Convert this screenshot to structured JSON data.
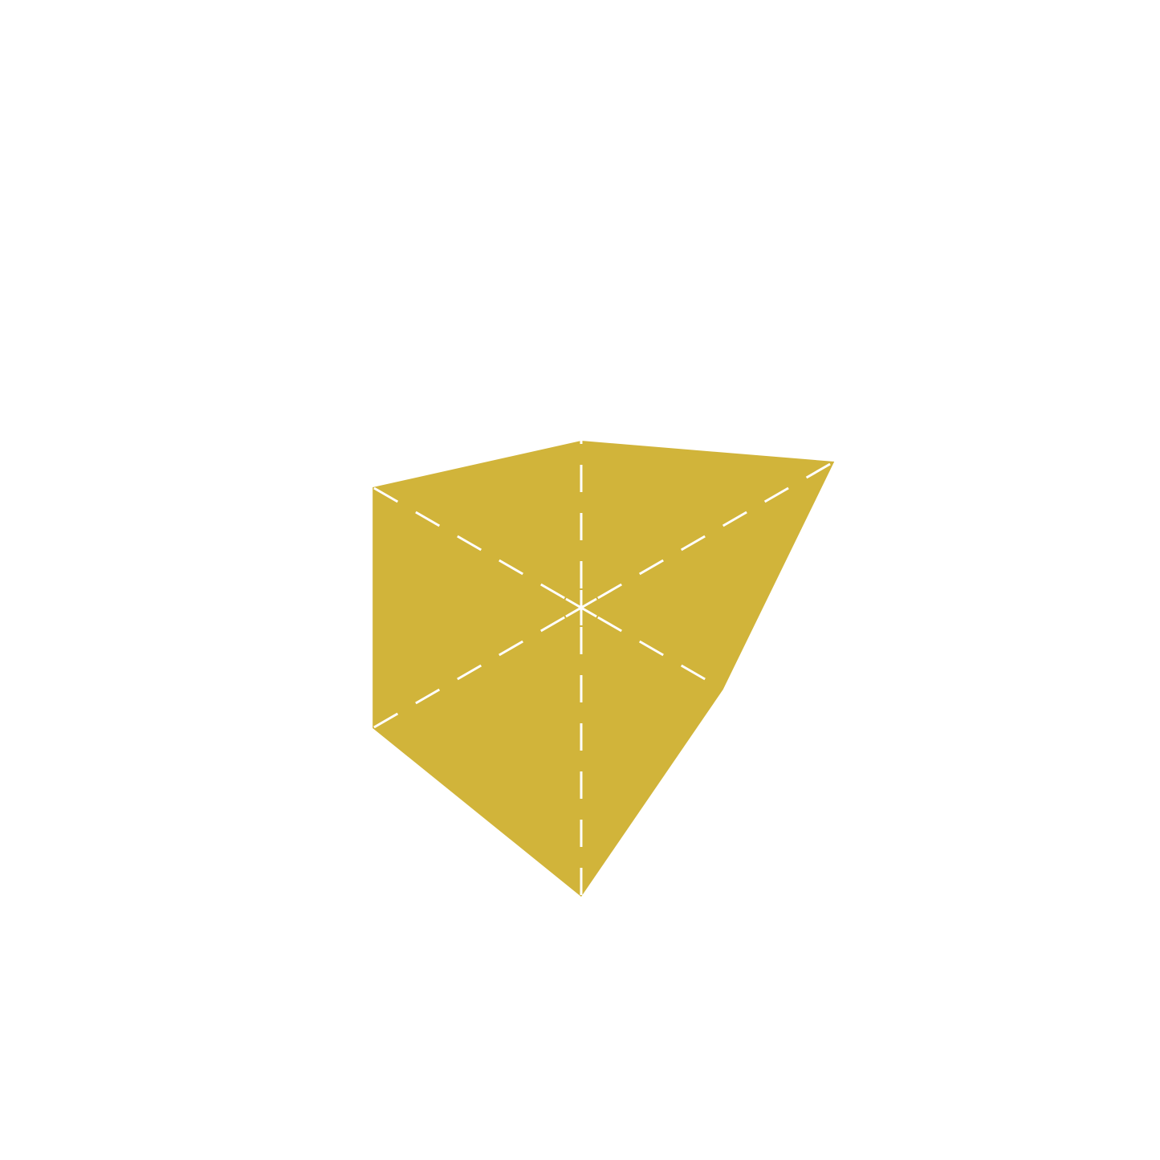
{
  "chart_data": {
    "type": "radar",
    "title": "",
    "axes_count": 6,
    "categories": [
      "",
      "",
      "",
      "",
      "",
      ""
    ],
    "rlim": [
      0,
      1
    ],
    "grid": false,
    "legend": "none",
    "series": [
      {
        "name": "",
        "values": [
          0.52,
          0.91,
          0.51,
          0.9,
          0.75,
          0.75
        ],
        "color": "#D1B43A"
      }
    ],
    "axis_line_color": "#ffffff"
  }
}
